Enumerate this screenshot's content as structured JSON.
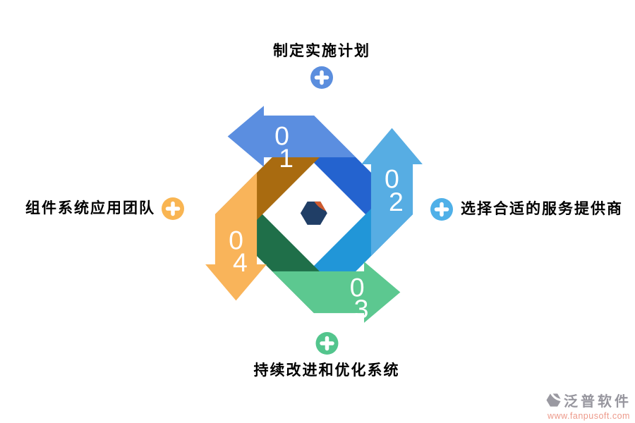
{
  "steps": {
    "top": {
      "label": "制定实施计划",
      "plus_color": "#5B8EDE"
    },
    "right": {
      "label": "选择合适的服务提供商",
      "plus_color": "#4FB0E8"
    },
    "bottom": {
      "label": "持续改进和优化系统",
      "plus_color": "#53C58D"
    },
    "left": {
      "label": "组件系统应用团队",
      "plus_color": "#F9B552"
    }
  },
  "cycle": {
    "arrows": {
      "north": {
        "number": "01",
        "digits": [
          "0",
          "1"
        ],
        "light": "#5B8EE0",
        "dark": "#2463CF"
      },
      "east": {
        "number": "02",
        "digits": [
          "0",
          "2"
        ],
        "light": "#57ADE3",
        "dark": "#2196D8"
      },
      "south": {
        "number": "03",
        "digits": [
          "0",
          "3"
        ],
        "light": "#5CC890",
        "dark": "#1F6F49"
      },
      "west": {
        "number": "04",
        "digits": [
          "0",
          "4"
        ],
        "light": "#F9B45A",
        "dark": "#A96B10"
      }
    }
  },
  "logo": {
    "navy": "#203E66",
    "orange": "#CE5A2E"
  },
  "watermark": {
    "brand": "泛普软件",
    "url": "www.fanpusoft.com",
    "text_color": "#97969E",
    "url_color": "#ED9A8B",
    "glyph_color": "#9A99A1"
  }
}
